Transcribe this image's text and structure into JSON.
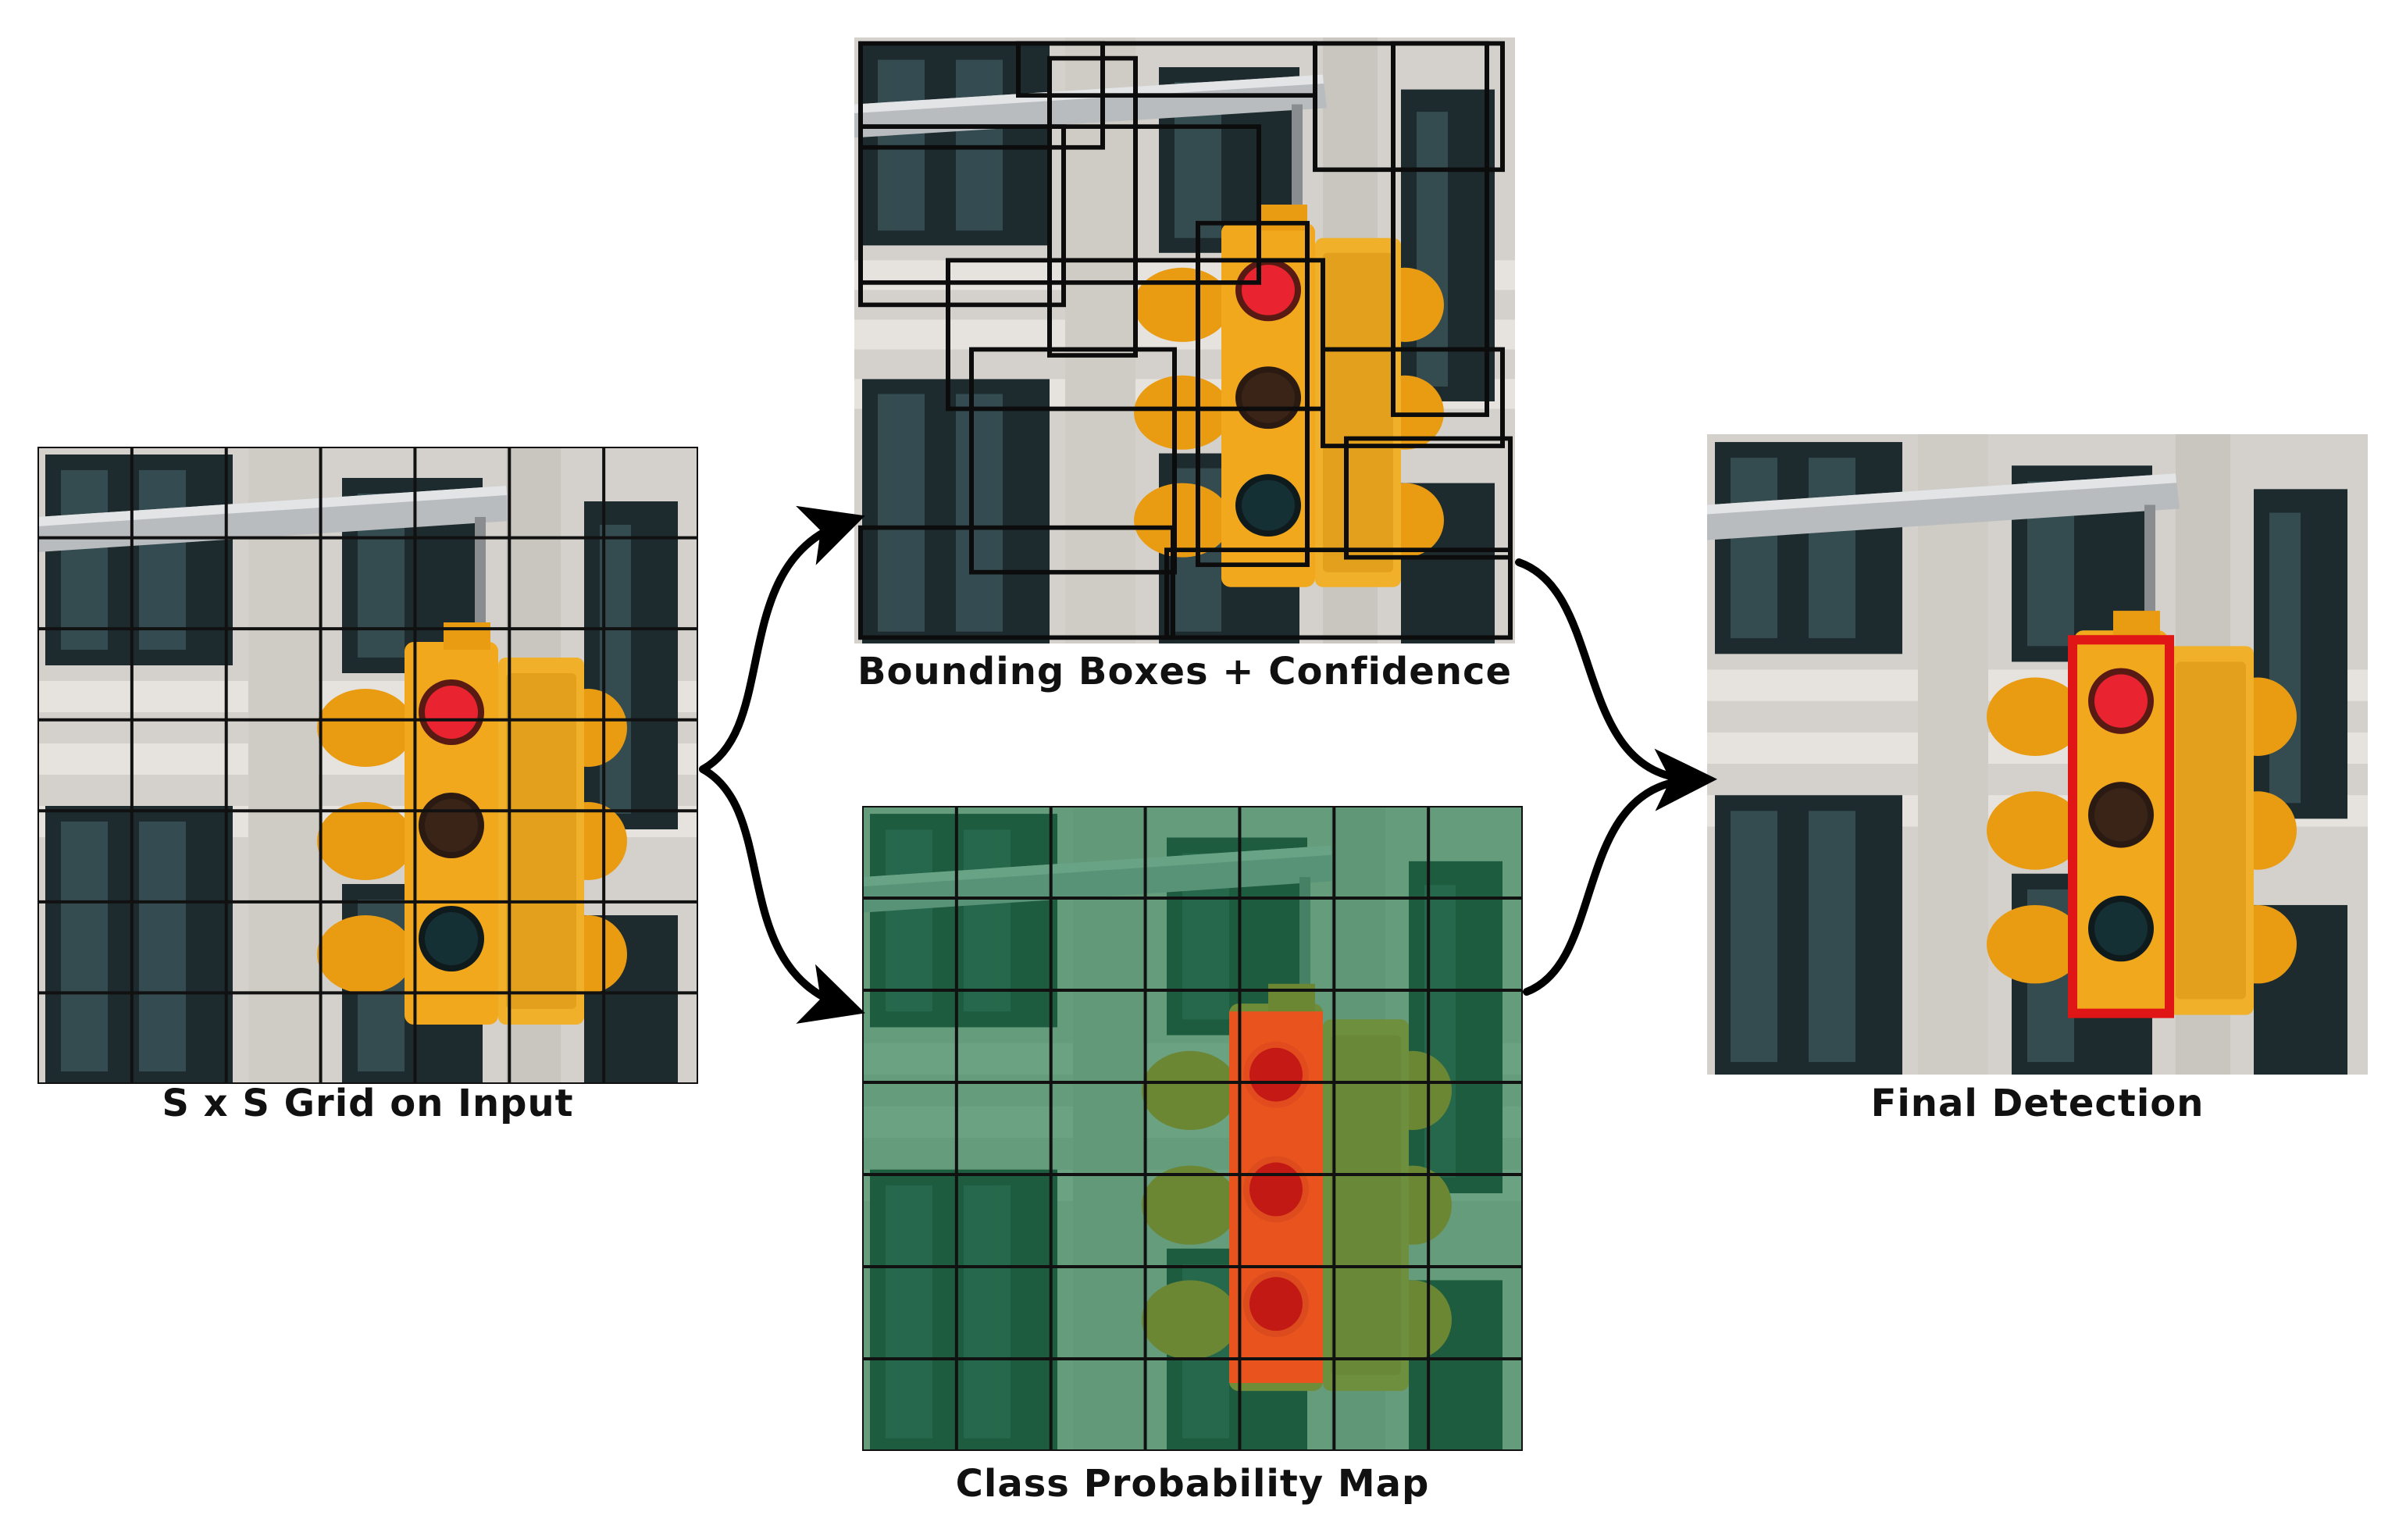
{
  "captions": {
    "input": "S x S Grid on Input",
    "boxes": "Bounding Boxes + Confidence",
    "class_map": "Class Probability Map",
    "final": "Final Detection"
  },
  "colors": {
    "grid_line": "#111111",
    "detection_box": "#e01515",
    "class_overlay": "#1f7a4a",
    "class_highlight": "#ff4a1a",
    "signal_housing": "#f2a81d",
    "arrow": "#000000"
  },
  "grid": {
    "rows": 7,
    "cols": 7
  }
}
